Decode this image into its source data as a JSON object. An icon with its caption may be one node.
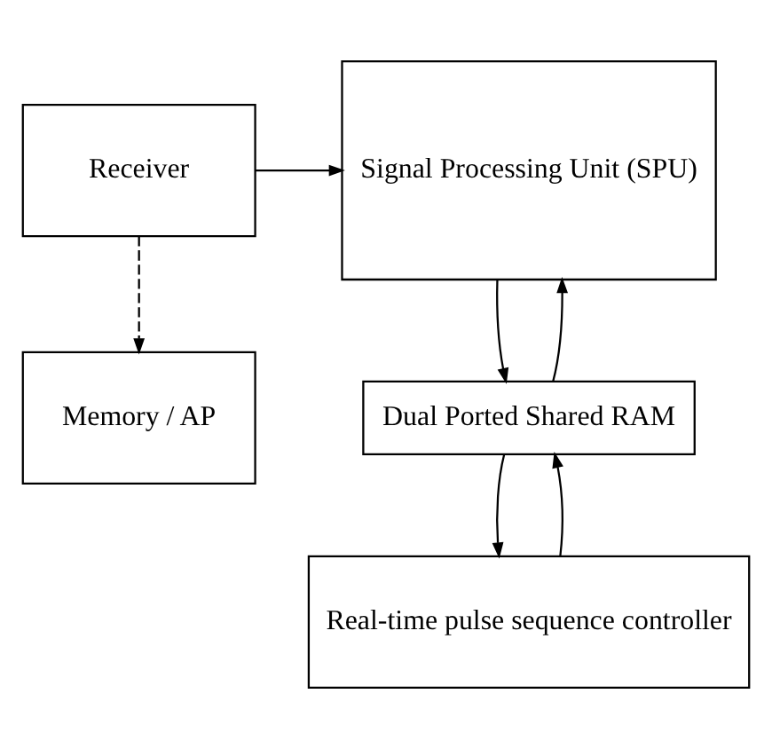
{
  "diagram": {
    "nodes": [
      {
        "text": [
          "Receiver"
        ]
      },
      {
        "text": [
          "Signal Processing Unit (SPU)"
        ]
      },
      {
        "text": [
          "Memory / AP"
        ]
      },
      {
        "text": [
          "Dual Ported Shared RAM"
        ]
      },
      {
        "text": [
          "Real-time pulse sequence controller"
        ]
      }
    ],
    "edges": [
      {
        "from": 0,
        "to": 1,
        "arrow": "to"
      },
      {
        "from": 0,
        "to": 2,
        "arrow": "to",
        "style": "dashed"
      },
      {
        "from": 1,
        "to": 3,
        "arrow": "to"
      },
      {
        "from": 3,
        "to": 1,
        "arrow": "to"
      },
      {
        "from": 4,
        "to": 3,
        "arrow": "to"
      },
      {
        "from": 3,
        "to": 4,
        "arrow": "to"
      }
    ]
  }
}
